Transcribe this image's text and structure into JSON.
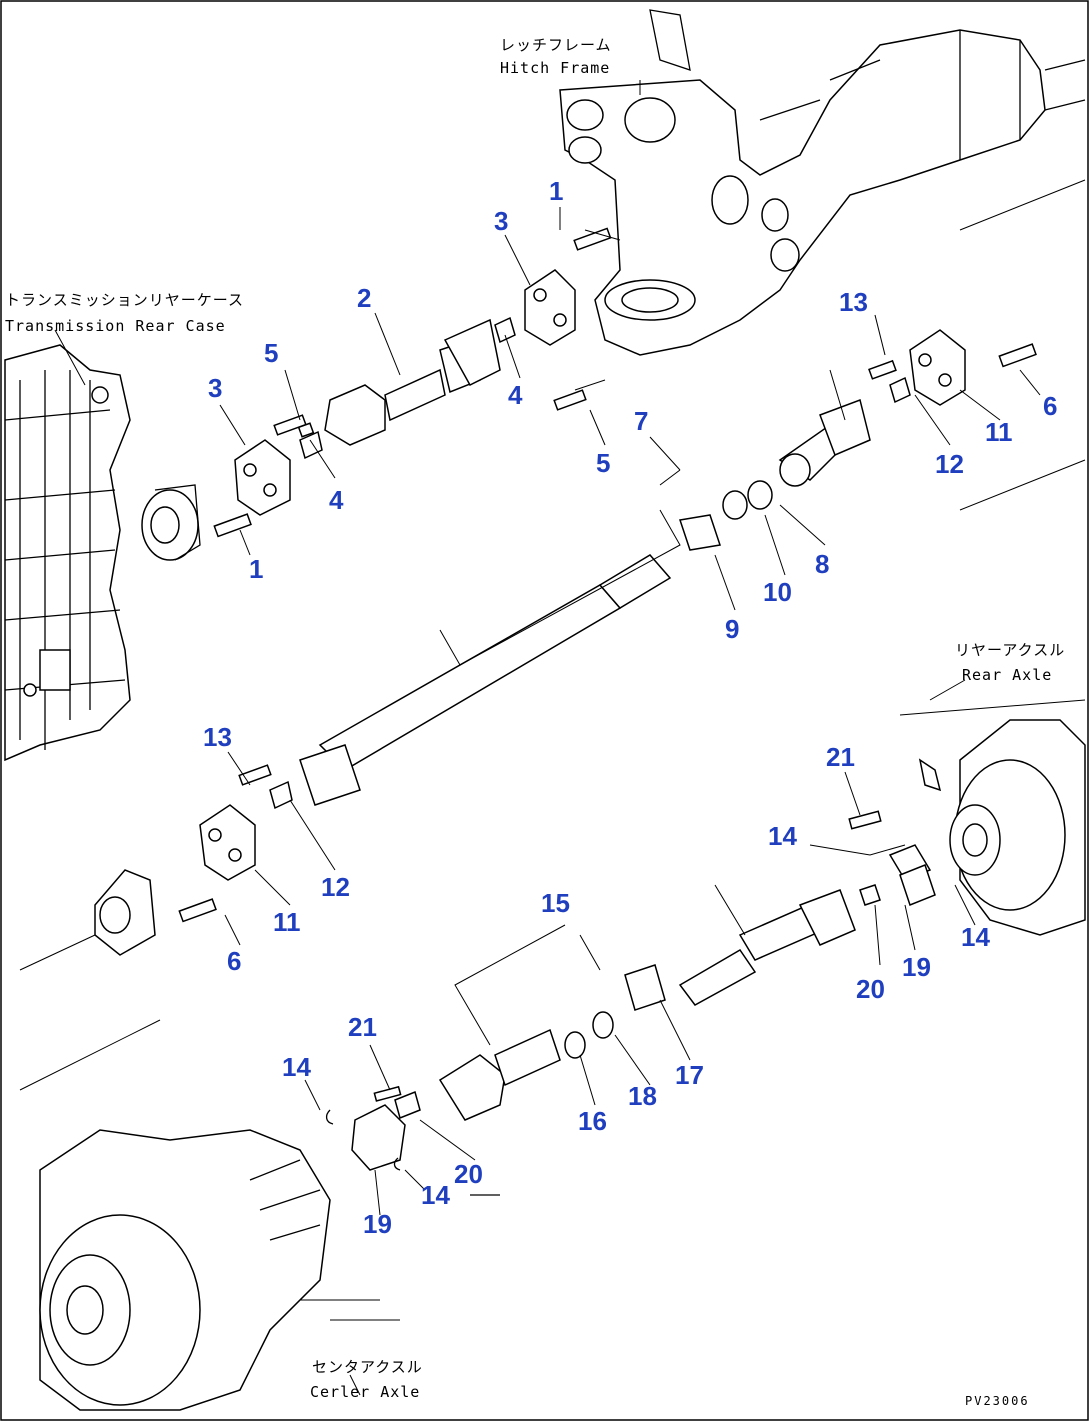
{
  "labels": {
    "hitch_frame_jp": "レッチフレーム",
    "hitch_frame_en": "Hitch Frame",
    "trans_case_jp": "トランスミッションリヤーケース",
    "trans_case_en": "Transmission Rear Case",
    "rear_axle_jp": "リヤーアクスル",
    "rear_axle_en": "Rear Axle",
    "center_axle_jp": "センタアクスル",
    "center_axle_en": "Cerler Axle",
    "drawing_code": "PV23006"
  },
  "callouts": [
    {
      "text": "1"
    },
    {
      "text": "3"
    },
    {
      "text": "2"
    },
    {
      "text": "4"
    },
    {
      "text": "5"
    },
    {
      "text": "3"
    },
    {
      "text": "5"
    },
    {
      "text": "4"
    },
    {
      "text": "1"
    },
    {
      "text": "13"
    },
    {
      "text": "6"
    },
    {
      "text": "11"
    },
    {
      "text": "12"
    },
    {
      "text": "7"
    },
    {
      "text": "8"
    },
    {
      "text": "10"
    },
    {
      "text": "9"
    },
    {
      "text": "13"
    },
    {
      "text": "12"
    },
    {
      "text": "11"
    },
    {
      "text": "6"
    },
    {
      "text": "21"
    },
    {
      "text": "14"
    },
    {
      "text": "14"
    },
    {
      "text": "19"
    },
    {
      "text": "20"
    },
    {
      "text": "15"
    },
    {
      "text": "17"
    },
    {
      "text": "18"
    },
    {
      "text": "16"
    },
    {
      "text": "21"
    },
    {
      "text": "14"
    },
    {
      "text": "20"
    },
    {
      "text": "14"
    },
    {
      "text": "19"
    }
  ]
}
